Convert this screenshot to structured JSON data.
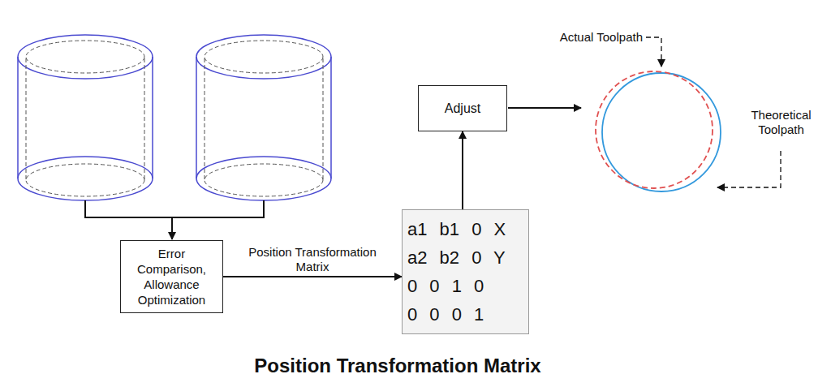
{
  "diagram": {
    "caption": "Position Transformation Matrix",
    "nodes": [
      {
        "text": [
          "Error Comparison, Allowance Optimization"
        ]
      },
      {
        "text": [
          "a1 b1 0 X",
          "a2 b2 0 Y",
          "0 0 1 0",
          "0 0 0 1"
        ]
      },
      {
        "text": [
          "Adjust"
        ]
      }
    ],
    "edges": [
      {
        "from": 0,
        "to": 1,
        "label": "Position Transformation Matrix",
        "arrow": "to"
      },
      {
        "from": 1,
        "to": 2,
        "arrow": "to"
      }
    ],
    "labels": [
      "Actual Toolpath",
      "Theoretical Toolpath"
    ]
  }
}
